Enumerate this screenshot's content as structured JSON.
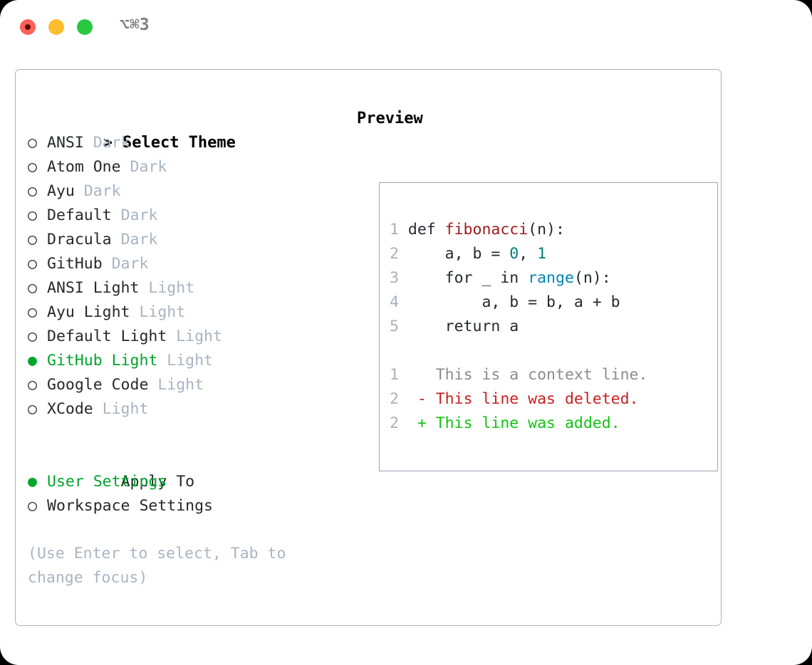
{
  "titlebar": {
    "shortcut": "⌥⌘3",
    "buttons": {
      "close": "close",
      "minimize": "minimize",
      "maximize": "maximize"
    }
  },
  "theme_list": {
    "header_marker": ">",
    "header_label": "Select Theme",
    "items": [
      {
        "marker": "○",
        "name": "ANSI",
        "tag": "Dark",
        "selected": false
      },
      {
        "marker": "○",
        "name": "Atom One",
        "tag": "Dark",
        "selected": false
      },
      {
        "marker": "○",
        "name": "Ayu",
        "tag": "Dark",
        "selected": false
      },
      {
        "marker": "○",
        "name": "Default",
        "tag": "Dark",
        "selected": false
      },
      {
        "marker": "○",
        "name": "Dracula",
        "tag": "Dark",
        "selected": false
      },
      {
        "marker": "○",
        "name": "GitHub",
        "tag": "Dark",
        "selected": false
      },
      {
        "marker": "○",
        "name": "ANSI Light",
        "tag": "Light",
        "selected": false
      },
      {
        "marker": "○",
        "name": "Ayu Light",
        "tag": "Light",
        "selected": false
      },
      {
        "marker": "○",
        "name": "Default Light",
        "tag": "Light",
        "selected": false
      },
      {
        "marker": "●",
        "name": "GitHub Light",
        "tag": "Light",
        "selected": true
      },
      {
        "marker": "○",
        "name": "Google Code",
        "tag": "Light",
        "selected": false
      },
      {
        "marker": "○",
        "name": "XCode",
        "tag": "Light",
        "selected": false
      }
    ]
  },
  "apply_to": {
    "title": "Apply To",
    "options": [
      {
        "marker": "●",
        "label": "User Settings",
        "selected": true
      },
      {
        "marker": "○",
        "label": "Workspace Settings",
        "selected": false
      }
    ]
  },
  "hint": "(Use Enter to select, Tab to change focus)",
  "preview": {
    "label": "Preview",
    "code_lines": [
      {
        "n": "1",
        "tokens": [
          {
            "t": "def ",
            "k": "plain"
          },
          {
            "t": "fibonacci",
            "k": "fn"
          },
          {
            "t": "(n):",
            "k": "plain"
          }
        ]
      },
      {
        "n": "2",
        "tokens": [
          {
            "t": "    a, b = ",
            "k": "plain"
          },
          {
            "t": "0",
            "k": "num"
          },
          {
            "t": ", ",
            "k": "plain"
          },
          {
            "t": "1",
            "k": "num"
          }
        ]
      },
      {
        "n": "3",
        "tokens": [
          {
            "t": "    for _ in ",
            "k": "plain"
          },
          {
            "t": "range",
            "k": "call"
          },
          {
            "t": "(n):",
            "k": "plain"
          }
        ]
      },
      {
        "n": "4",
        "tokens": [
          {
            "t": "        a, b = b, a + b",
            "k": "plain"
          }
        ]
      },
      {
        "n": "5",
        "tokens": [
          {
            "t": "    return a",
            "k": "plain"
          }
        ]
      }
    ],
    "diff_lines": [
      {
        "n": "1",
        "sign": " ",
        "text": "This is a context line.",
        "kind": "ctx"
      },
      {
        "n": "2",
        "sign": "-",
        "text": "This line was deleted.",
        "kind": "del"
      },
      {
        "n": "2",
        "sign": "+",
        "text": "This line was added.",
        "kind": "add"
      }
    ]
  },
  "colors": {
    "accent_green": "#00a52c",
    "tag_grey": "#aab4c2",
    "border": "#aab3c0",
    "code_fn_red": "#9e1b1b",
    "code_num_teal": "#007c7c",
    "code_call_blue": "#0086b3",
    "diff_delete_red": "#cc1f1f",
    "diff_add_green": "#12c412"
  }
}
